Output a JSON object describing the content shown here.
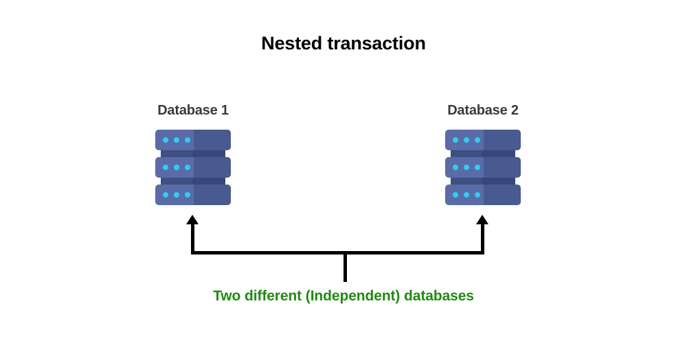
{
  "diagram": {
    "title": "Nested transaction",
    "background_color": "#ffffff",
    "title_color": "#000000",
    "databases": [
      {
        "label": "Database 1",
        "label_color": "#3a3a3a",
        "icon": "database-server-stack-icon",
        "slab_count": 3,
        "dots_per_slab": 3,
        "slab_light_color": "#5a6ba8",
        "slab_dark_color": "#485a90",
        "dot_color": "#25d3ef"
      },
      {
        "label": "Database 2",
        "label_color": "#3a3a3a",
        "icon": "database-server-stack-icon",
        "slab_count": 3,
        "dots_per_slab": 3,
        "slab_light_color": "#5a6ba8",
        "slab_dark_color": "#485a90",
        "dot_color": "#25d3ef"
      }
    ],
    "connector": {
      "color": "#000000",
      "style": "bracket-with-two-up-arrows",
      "arrow_count": 2
    },
    "caption": {
      "text": "Two different (Independent) databases",
      "color": "#1e8c0e"
    }
  }
}
